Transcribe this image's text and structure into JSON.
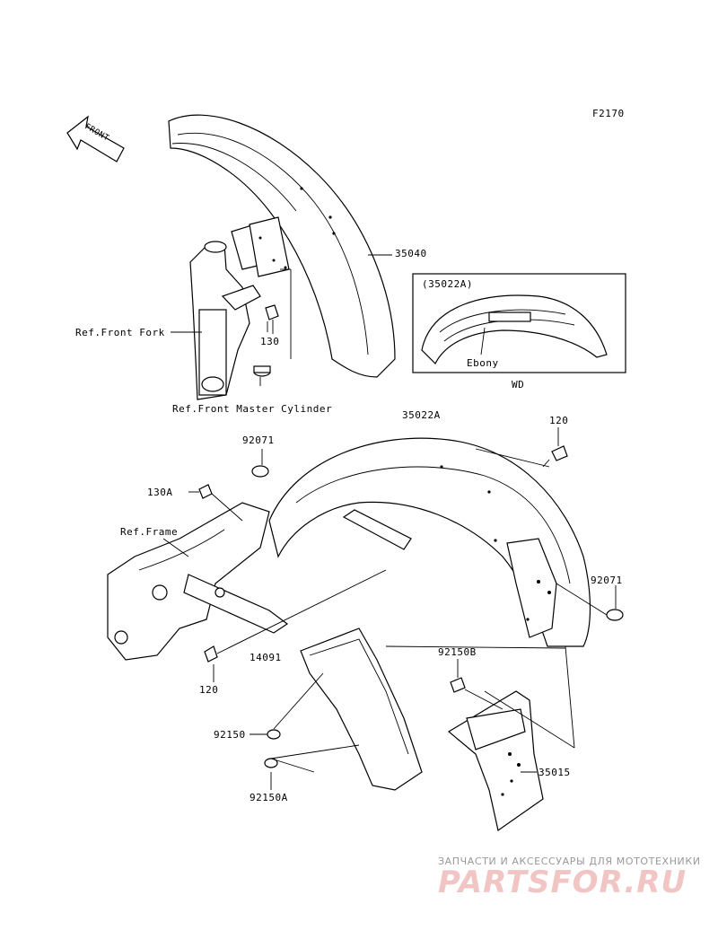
{
  "figure_code": "F2170",
  "front_arrow_label": "FRONT",
  "callouts": {
    "front_fender": "35040",
    "inset_ref": "(35022A)",
    "inset_ebony": "Ebony",
    "inset_wd": "WD",
    "rear_fender": "35022A",
    "bolt_top": "120",
    "collar_left": "92071",
    "collar_right": "92071",
    "bolt_130a": "130A",
    "frame_ref": "Ref.Frame",
    "fork_ref": "Ref.Front Fork",
    "bolt_130": "130",
    "master_cyl_ref": "Ref.Front Master Cylinder",
    "stay": "14091",
    "bolt_bottom": "120",
    "bolt_92150b": "92150B",
    "bolt_92150": "92150",
    "bolt_92150a": "92150A",
    "flap": "35015"
  },
  "watermark": {
    "subtitle": "ЗАПЧАСТИ И АКСЕССУАРЫ ДЛЯ МОТОТЕХНИКИ",
    "logo": "PARTSFOR.RU"
  }
}
